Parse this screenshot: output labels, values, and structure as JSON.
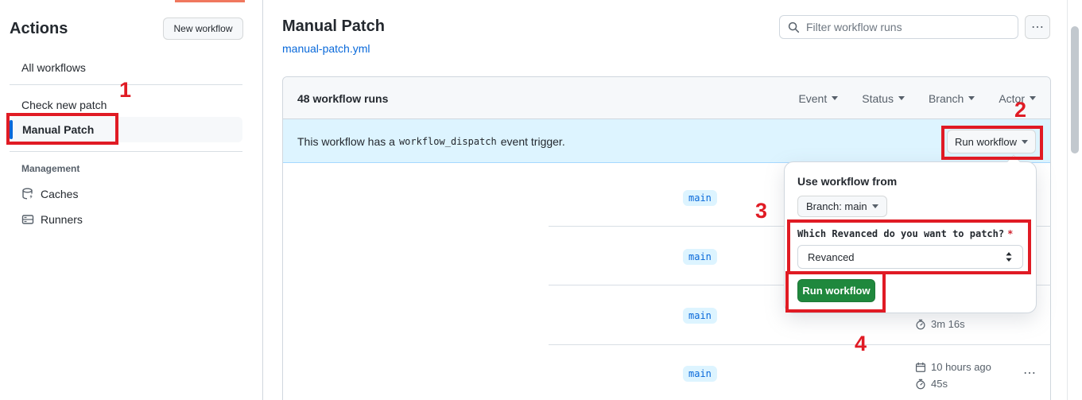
{
  "sidebar": {
    "title": "Actions",
    "new_workflow_label": "New workflow",
    "all_workflows": "All workflows",
    "workflows": [
      "Check new patch",
      "Manual Patch"
    ],
    "management_label": "Management",
    "caches_label": "Caches",
    "runners_label": "Runners"
  },
  "main": {
    "title": "Manual Patch",
    "file_link": "manual-patch.yml",
    "filter_placeholder": "Filter workflow runs",
    "kebab_icon": "⋯"
  },
  "table": {
    "count_label": "48 workflow runs",
    "filters": [
      {
        "label": "Event"
      },
      {
        "label": "Status"
      },
      {
        "label": "Branch"
      },
      {
        "label": "Actor"
      }
    ],
    "banner": {
      "prefix": "This workflow has a",
      "code": "workflow_dispatch",
      "suffix": "event trigger.",
      "run_workflow_label": "Run workflow"
    },
    "rows": [
      {
        "branch": "main"
      },
      {
        "branch": "main"
      },
      {
        "branch": "main",
        "duration": "3m 16s"
      },
      {
        "branch": "main",
        "started": "10 hours ago",
        "duration": "45s",
        "kebab_icon": "⋯"
      }
    ]
  },
  "run_dialog": {
    "heading": "Use workflow from",
    "branch_selector": "Branch: main",
    "input_label": "Which Revanced do you want to patch?",
    "required_mark": "*",
    "select_value": "Revanced",
    "run_button_label": "Run workflow"
  },
  "annotations": {
    "step1": "1",
    "step2": "2",
    "step3": "3",
    "step4": "4"
  },
  "colors": {
    "annotation_red": "#e01b24",
    "accent_blue": "#0969da",
    "button_green": "#1f883d",
    "banner_blue": "#ddf4ff",
    "header_gray": "#f6f8fa",
    "border_gray": "#d0d7de",
    "text": "#24292f",
    "muted_text": "#57606a",
    "progress_orange": "#f0785e"
  }
}
